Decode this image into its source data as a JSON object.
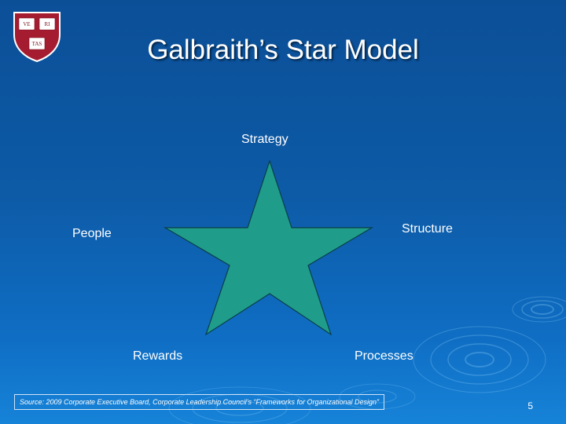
{
  "slide": {
    "title": "Galbraith’s Star Model",
    "page_number": "5",
    "source": "Source: 2009 Corporate Executive Board, Corporate Leadership Council’s “Frameworks for Organizational Design”"
  },
  "logo": {
    "icon": "harvard-veritas-shield-icon",
    "books": [
      {
        "text": "VE"
      },
      {
        "text": "RI"
      },
      {
        "text": "TAS"
      }
    ]
  },
  "diagram": {
    "shape": "five-point-star",
    "points": [
      {
        "label": "Strategy"
      },
      {
        "label": "Structure"
      },
      {
        "label": "Processes"
      },
      {
        "label": "Rewards"
      },
      {
        "label": "People"
      }
    ]
  },
  "colors": {
    "background_top": "#0b4f97",
    "background_bottom": "#1683d8",
    "star_fill": "#1f9d8a",
    "text": "#ffffff",
    "shield": "#a51c30"
  }
}
